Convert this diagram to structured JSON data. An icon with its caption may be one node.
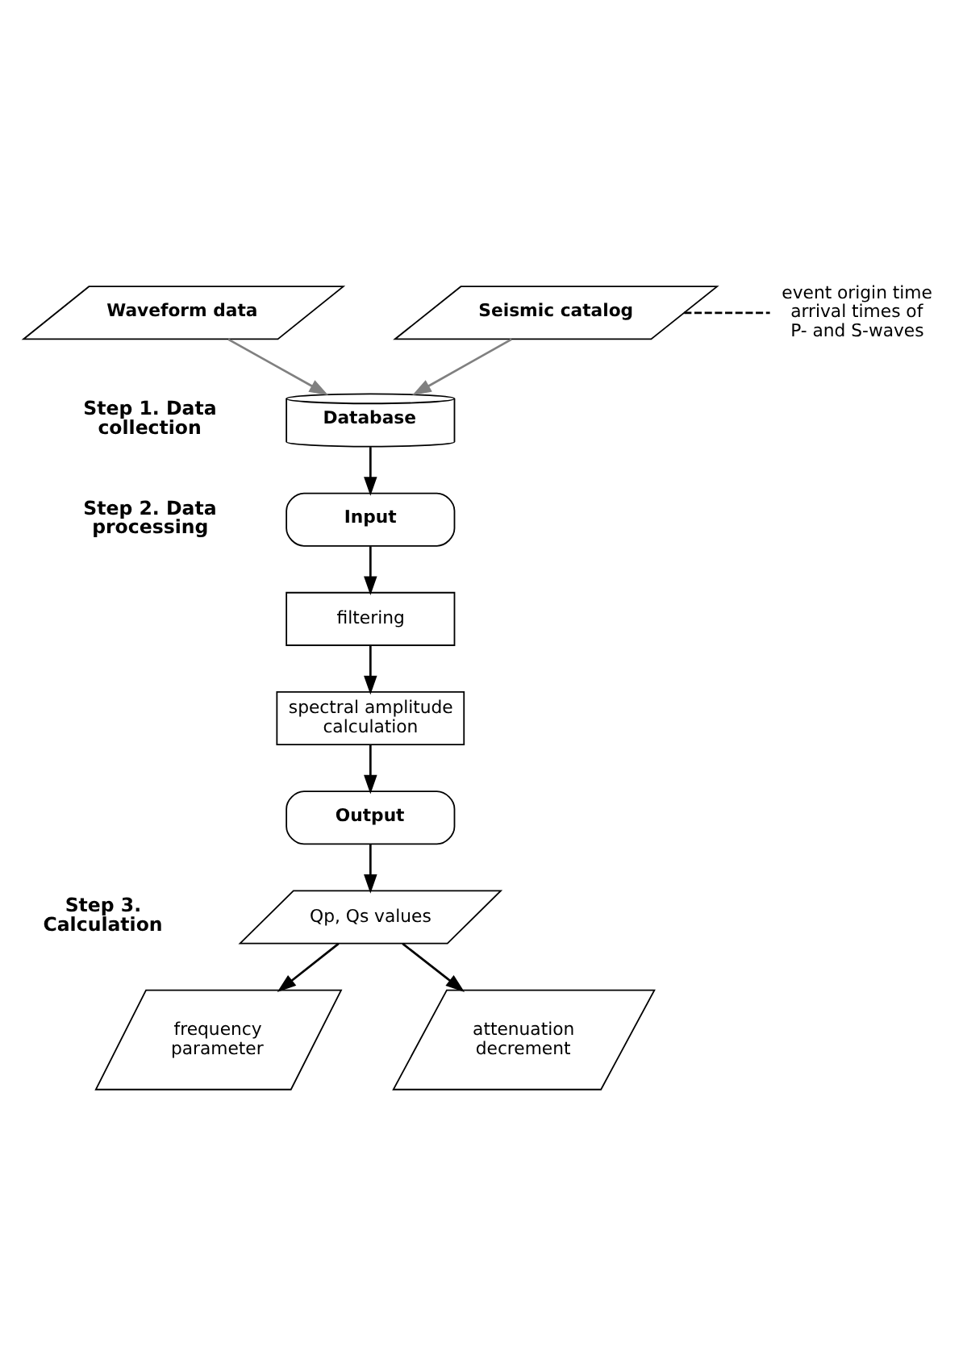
{
  "diagram": {
    "nodes": [
      {
        "text": [
          "Waveform data"
        ]
      },
      {
        "text": [
          "Seismic catalog"
        ]
      },
      {
        "text": [
          "event origin time arrival times of P- and S-waves"
        ]
      },
      {
        "text": [
          "Database"
        ]
      },
      {
        "text": [
          "Input"
        ]
      },
      {
        "text": [
          "filtering"
        ]
      },
      {
        "text": [
          "spectral amplitude calculation"
        ]
      },
      {
        "text": [
          "Output"
        ]
      },
      {
        "text": [
          "Qp, Qs values"
        ]
      },
      {
        "text": [
          "frequency parameter"
        ]
      },
      {
        "text": [
          "attenuation decrement"
        ]
      }
    ],
    "edges": [
      {
        "from": 0,
        "to": 3,
        "arrow": "to",
        "color": "#808080"
      },
      {
        "from": 1,
        "to": 3,
        "arrow": "to",
        "color": "#808080"
      },
      {
        "from": 1,
        "to": 2,
        "arrow": "none",
        "style": "dashed"
      },
      {
        "from": 3,
        "to": 4,
        "arrow": "to"
      },
      {
        "from": 4,
        "to": 5,
        "arrow": "to"
      },
      {
        "from": 5,
        "to": 6,
        "arrow": "to"
      },
      {
        "from": 6,
        "to": 7,
        "arrow": "to"
      },
      {
        "from": 7,
        "to": 8,
        "arrow": "to"
      },
      {
        "from": 8,
        "to": 9,
        "arrow": "to"
      },
      {
        "from": 8,
        "to": 10,
        "arrow": "to"
      }
    ],
    "labels": [
      "Step 1. Data collection",
      "Step 2. Data processing",
      "Step 3. Calculation"
    ]
  }
}
